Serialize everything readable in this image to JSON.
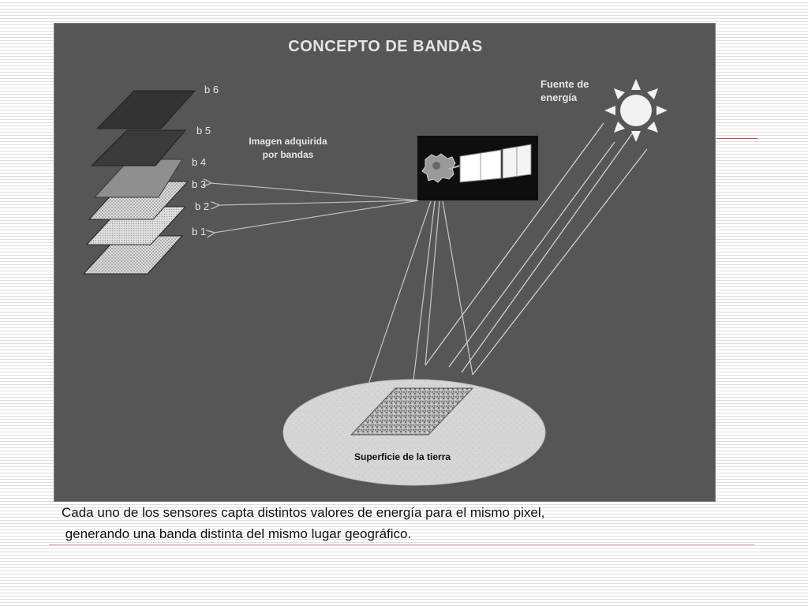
{
  "slide": {
    "title": "CONCEPTO DE BANDAS",
    "energy_source_label": "Fuente de\nenergía",
    "acquired_image_label": "Imagen adquirida\npor bandas",
    "surface_label": "Superficie de la tierra",
    "bands": [
      "b 6",
      "b 5",
      "b 4",
      "b 3",
      "b 2",
      "b 1"
    ]
  },
  "caption": "Cada uno de los sensores capta distintos valores de energía para el mismo pixel,\n generando una banda distinta del mismo lugar geográfico.",
  "colors": {
    "panel_bg": "#565656",
    "label_light": "#e6e6e6",
    "accent_rule": "#c0504d",
    "sun": "#f2f2f2"
  },
  "icons": [
    "sun-icon",
    "satellite-icon"
  ]
}
